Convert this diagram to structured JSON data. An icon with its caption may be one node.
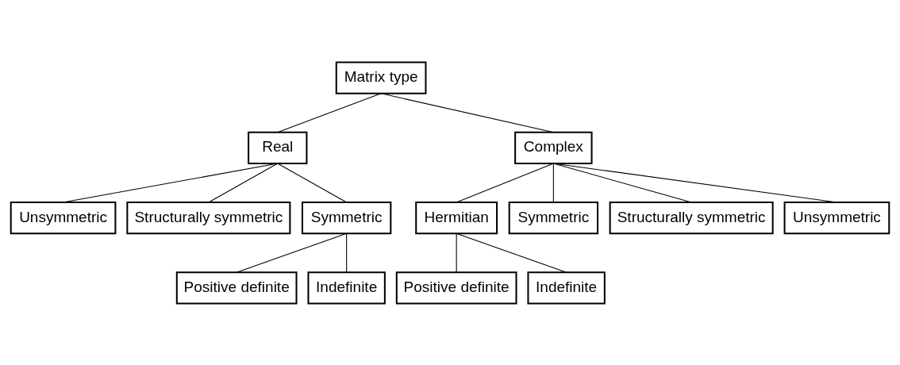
{
  "diagram": {
    "nodes": [
      {
        "text": [
          "Matrix type"
        ]
      },
      {
        "text": [
          "Real"
        ]
      },
      {
        "text": [
          "Complex"
        ]
      },
      {
        "text": [
          "Unsymmetric"
        ]
      },
      {
        "text": [
          "Structurally symmetric"
        ]
      },
      {
        "text": [
          "Symmetric"
        ]
      },
      {
        "text": [
          "Hermitian"
        ]
      },
      {
        "text": [
          "Symmetric"
        ]
      },
      {
        "text": [
          "Structurally symmetric"
        ]
      },
      {
        "text": [
          "Unsymmetric"
        ]
      },
      {
        "text": [
          "Positive definite"
        ]
      },
      {
        "text": [
          "Indefinite"
        ]
      },
      {
        "text": [
          "Positive definite"
        ]
      },
      {
        "text": [
          "Indefinite"
        ]
      }
    ],
    "edges": [
      {
        "from": 0,
        "to": 1,
        "arrow": "none"
      },
      {
        "from": 0,
        "to": 2,
        "arrow": "none"
      },
      {
        "from": 1,
        "to": 3,
        "arrow": "none"
      },
      {
        "from": 1,
        "to": 4,
        "arrow": "none"
      },
      {
        "from": 1,
        "to": 5,
        "arrow": "none"
      },
      {
        "from": 2,
        "to": 6,
        "arrow": "none"
      },
      {
        "from": 2,
        "to": 7,
        "arrow": "none"
      },
      {
        "from": 2,
        "to": 8,
        "arrow": "none"
      },
      {
        "from": 2,
        "to": 9,
        "arrow": "none"
      },
      {
        "from": 5,
        "to": 10,
        "arrow": "none"
      },
      {
        "from": 5,
        "to": 11,
        "arrow": "none"
      },
      {
        "from": 6,
        "to": 12,
        "arrow": "none"
      },
      {
        "from": 6,
        "to": 13,
        "arrow": "none"
      }
    ]
  }
}
